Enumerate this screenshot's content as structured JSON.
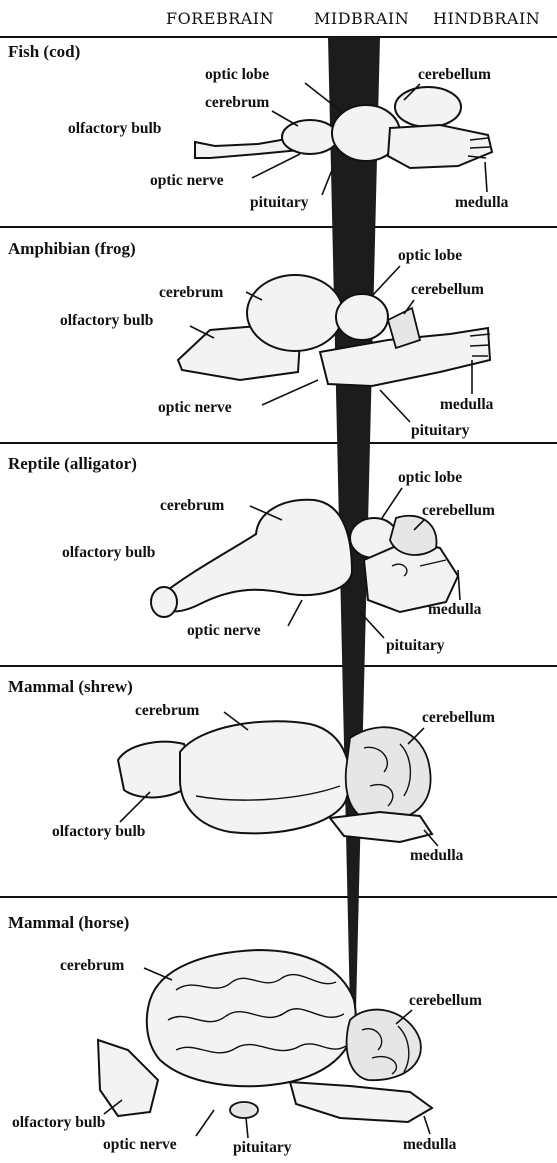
{
  "header": {
    "forebrain": "FOREBRAIN",
    "midbrain": "MIDBRAIN",
    "hindbrain": "HINDBRAIN"
  },
  "sections": [
    {
      "title": "Fish (cod)",
      "labels": {
        "optic_lobe": "optic lobe",
        "cerebellum": "cerebellum",
        "cerebrum": "cerebrum",
        "olfactory_bulb": "olfactory bulb",
        "optic_nerve": "optic nerve",
        "pituitary": "pituitary",
        "medulla": "medulla"
      }
    },
    {
      "title": "Amphibian (frog)",
      "labels": {
        "optic_lobe": "optic lobe",
        "cerebrum": "cerebrum",
        "cerebellum": "cerebellum",
        "olfactory_bulb": "olfactory bulb",
        "optic_nerve": "optic nerve",
        "medulla": "medulla",
        "pituitary": "pituitary"
      }
    },
    {
      "title": "Reptile (alligator)",
      "labels": {
        "optic_lobe": "optic lobe",
        "cerebrum": "cerebrum",
        "cerebellum": "cerebellum",
        "olfactory_bulb": "olfactory bulb",
        "medulla": "medulla",
        "optic_nerve": "optic nerve",
        "pituitary": "pituitary"
      }
    },
    {
      "title": "Mammal (shrew)",
      "labels": {
        "cerebrum": "cerebrum",
        "cerebellum": "cerebellum",
        "olfactory_bulb": "olfactory bulb",
        "medulla": "medulla"
      }
    },
    {
      "title": "Mammal (horse)",
      "labels": {
        "cerebrum": "cerebrum",
        "cerebellum": "cerebellum",
        "olfactory_bulb": "olfactory bulb",
        "optic_nerve": "optic nerve",
        "pituitary": "pituitary",
        "medulla": "medulla"
      }
    }
  ]
}
